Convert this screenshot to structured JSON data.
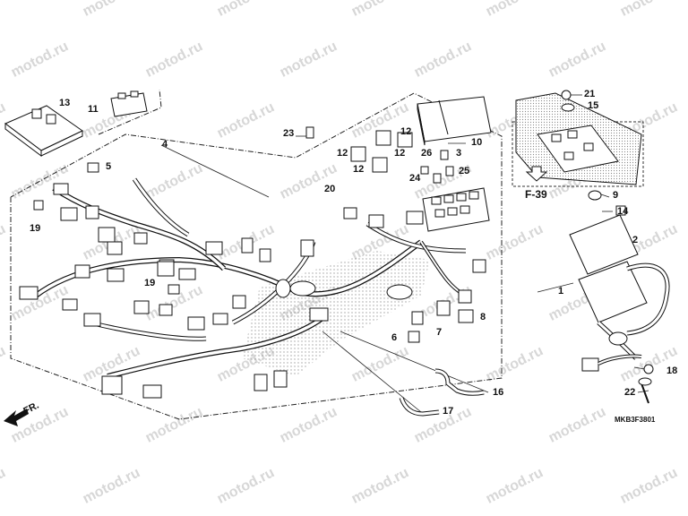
{
  "watermark": "motod.ru",
  "direction_label": "FR.",
  "page_ref": "F-39",
  "drawing_code": "MKB3F3801",
  "callouts": {
    "n1": "1",
    "n2": "2",
    "n3": "3",
    "n4": "4",
    "n5": "5",
    "n6": "6",
    "n7": "7",
    "n8": "8",
    "n9": "9",
    "n10": "10",
    "n11": "11",
    "n12a": "12",
    "n12b": "12",
    "n12c": "12",
    "n12d": "12",
    "n13": "13",
    "n14": "14",
    "n15": "15",
    "n16": "16",
    "n17": "17",
    "n18": "18",
    "n19a": "19",
    "n19b": "19",
    "n20": "20",
    "n21": "21",
    "n22": "22",
    "n23": "23",
    "n24": "24",
    "n25": "25",
    "n26": "26"
  }
}
